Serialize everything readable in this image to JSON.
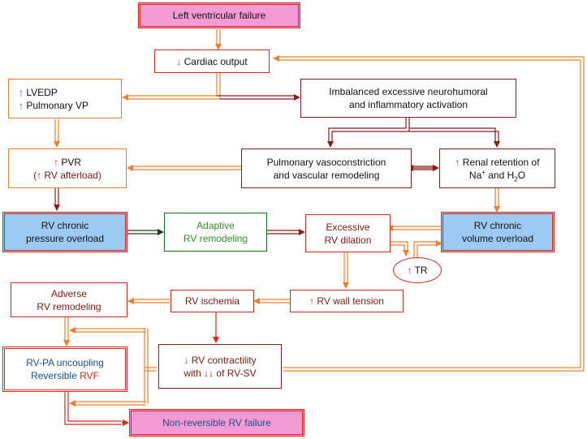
{
  "nodes": {
    "lv_failure": "Left ventricular failure",
    "cardiac_output": {
      "arrow": "↓",
      "text": "Cardiac output"
    },
    "lvedp": {
      "arrow": "↑",
      "line1": "LVEDP",
      "line2": "Pulmonary VP"
    },
    "neurohumoral": {
      "line1": "Imbalanced excessive neurohumoral",
      "line2": "and inflammatory activation"
    },
    "pvr": {
      "arrow": "↑",
      "line1": "PVR",
      "line2": "(↑ RV afterload)"
    },
    "vasoconstriction": {
      "line1": "Pulmonary vasoconstriction",
      "line2": "and vascular remodeling"
    },
    "renal": {
      "arrow": "↑",
      "line1": "Renal retention of",
      "na": "Na",
      "na_sup": "+",
      "and_h": " and H",
      "h_sub": "2",
      "o": "O"
    },
    "pressure_overload": {
      "line1": "RV chronic",
      "line2": "pressure overload"
    },
    "adaptive": {
      "line1": "Adaptive",
      "line2": "RV remodeling"
    },
    "dilation": {
      "line1": "Excessive",
      "line2": "RV dilation"
    },
    "volume_overload": {
      "line1": "RV chronic",
      "line2": "volume overload"
    },
    "tr": {
      "arrow": "↑",
      "text": "TR"
    },
    "adverse": {
      "line1": "Adverse",
      "line2": "RV remodeling"
    },
    "ischemia": "RV ischemia",
    "wall_tension": {
      "arrow": "↑",
      "text": "RV wall tension"
    },
    "uncoupling": {
      "line1": "RV-PA uncoupling",
      "line2a": "Reversible ",
      "line2b": "RVF"
    },
    "contractility": {
      "arrow": "↓",
      "line1": "RV contractility",
      "line2": "with ↓↓ of RV-SV"
    },
    "nonreversible": "Non-reversible RV failure"
  },
  "colors": {
    "orange": "#f07d2b",
    "dark_red": "#8b1a1a",
    "red": "#d9261c",
    "green": "#1d6b1d",
    "pink_fill": "#f49ad5",
    "blue_fill": "#9ccaf3"
  }
}
